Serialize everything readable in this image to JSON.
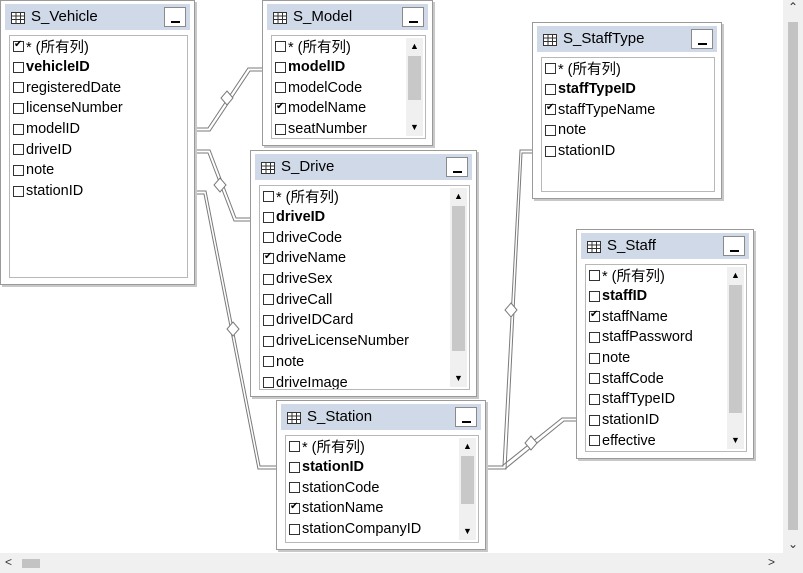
{
  "tables": [
    {
      "id": "vehicle",
      "name": "S_Vehicle",
      "scroll": false,
      "columns": [
        {
          "label": "* (所有列)",
          "checked": true,
          "bold": false
        },
        {
          "label": "vehicleID",
          "checked": false,
          "bold": true
        },
        {
          "label": "registeredDate",
          "checked": false,
          "bold": false
        },
        {
          "label": "licenseNumber",
          "checked": false,
          "bold": false
        },
        {
          "label": "modelID",
          "checked": false,
          "bold": false
        },
        {
          "label": "driveID",
          "checked": false,
          "bold": false
        },
        {
          "label": "note",
          "checked": false,
          "bold": false
        },
        {
          "label": "stationID",
          "checked": false,
          "bold": false
        }
      ]
    },
    {
      "id": "model",
      "name": "S_Model",
      "scroll": true,
      "columns": [
        {
          "label": "* (所有列)",
          "checked": false,
          "bold": false
        },
        {
          "label": "modelID",
          "checked": false,
          "bold": true
        },
        {
          "label": "modelCode",
          "checked": false,
          "bold": false
        },
        {
          "label": "modelName",
          "checked": true,
          "bold": false
        },
        {
          "label": "seatNumber",
          "checked": false,
          "bold": false
        }
      ]
    },
    {
      "id": "stafftype",
      "name": "S_StaffType",
      "scroll": false,
      "columns": [
        {
          "label": "* (所有列)",
          "checked": false,
          "bold": false
        },
        {
          "label": "staffTypeID",
          "checked": false,
          "bold": true
        },
        {
          "label": "staffTypeName",
          "checked": true,
          "bold": false
        },
        {
          "label": "note",
          "checked": false,
          "bold": false
        },
        {
          "label": "stationID",
          "checked": false,
          "bold": false
        }
      ]
    },
    {
      "id": "drive",
      "name": "S_Drive",
      "scroll": true,
      "columns": [
        {
          "label": "* (所有列)",
          "checked": false,
          "bold": false
        },
        {
          "label": "driveID",
          "checked": false,
          "bold": true
        },
        {
          "label": "driveCode",
          "checked": false,
          "bold": false
        },
        {
          "label": "driveName",
          "checked": true,
          "bold": false
        },
        {
          "label": "driveSex",
          "checked": false,
          "bold": false
        },
        {
          "label": "driveCall",
          "checked": false,
          "bold": false
        },
        {
          "label": "driveIDCard",
          "checked": false,
          "bold": false
        },
        {
          "label": "driveLicenseNumber",
          "checked": false,
          "bold": false
        },
        {
          "label": "note",
          "checked": false,
          "bold": false
        },
        {
          "label": "driveImage",
          "checked": false,
          "bold": false
        }
      ]
    },
    {
      "id": "staff",
      "name": "S_Staff",
      "scroll": true,
      "columns": [
        {
          "label": "* (所有列)",
          "checked": false,
          "bold": false
        },
        {
          "label": "staffID",
          "checked": false,
          "bold": true
        },
        {
          "label": "staffName",
          "checked": true,
          "bold": false
        },
        {
          "label": "staffPassword",
          "checked": false,
          "bold": false
        },
        {
          "label": "note",
          "checked": false,
          "bold": false
        },
        {
          "label": "staffCode",
          "checked": false,
          "bold": false
        },
        {
          "label": "staffTypeID",
          "checked": false,
          "bold": false
        },
        {
          "label": "stationID",
          "checked": false,
          "bold": false
        },
        {
          "label": "effective",
          "checked": false,
          "bold": false
        }
      ]
    },
    {
      "id": "station",
      "name": "S_Station",
      "scroll": true,
      "columns": [
        {
          "label": "* (所有列)",
          "checked": false,
          "bold": false
        },
        {
          "label": "stationID",
          "checked": false,
          "bold": true
        },
        {
          "label": "stationCode",
          "checked": false,
          "bold": false
        },
        {
          "label": "stationName",
          "checked": true,
          "bold": false
        },
        {
          "label": "stationCompanyID",
          "checked": false,
          "bold": false
        }
      ]
    }
  ],
  "colors": {
    "title_bg": "#cfd9e8",
    "line": "#7a7a7a"
  },
  "icons": {
    "table": "table-grid-icon",
    "minimize": "minimize-icon",
    "scroll_up": "up-arrow-icon",
    "scroll_down": "down-arrow-icon",
    "relation": "relationship-diamond-icon"
  }
}
